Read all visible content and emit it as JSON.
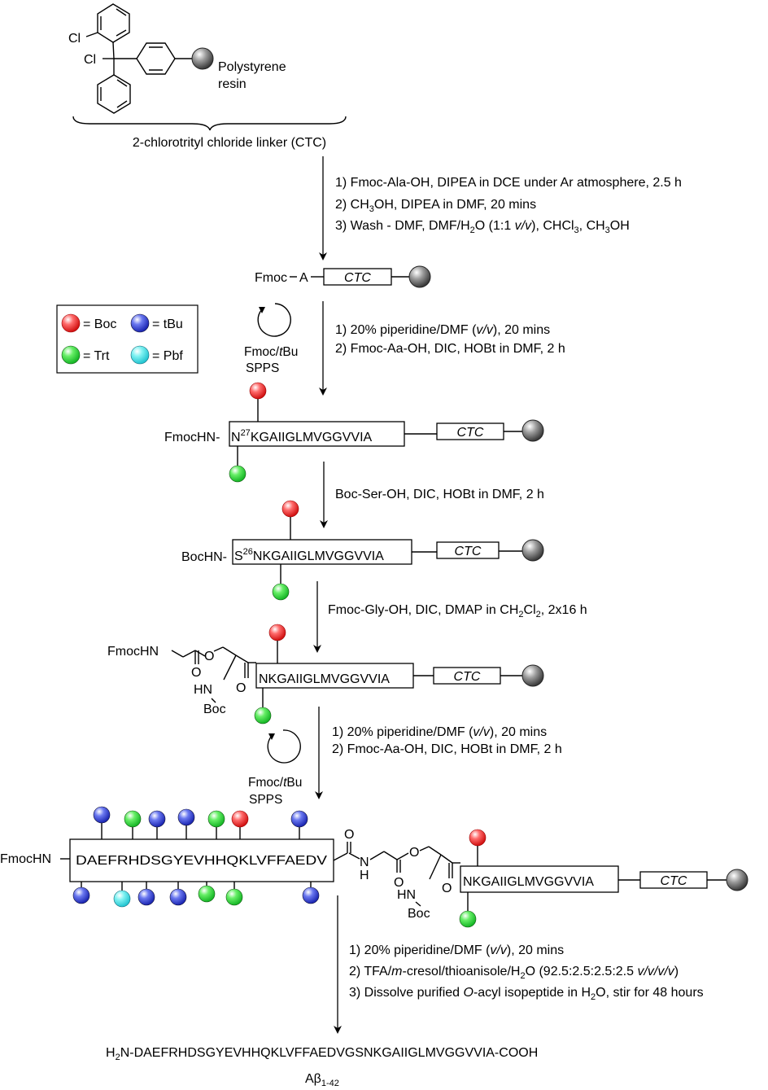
{
  "colors": {
    "boc": "#e31a1c",
    "tbu": "#2233cc",
    "trt": "#22cc33",
    "pbf": "#33dddd",
    "resin": "#888888"
  },
  "legend": {
    "boc": "= Boc",
    "tbu": "= tBu",
    "trt": "= Trt",
    "pbf": "= Pbf"
  },
  "start": {
    "cl1": "Cl",
    "cl2": "Cl",
    "resin_line1": "Polystyrene",
    "resin_line2": "resin",
    "linker_label": "2-chlorotrityl chloride linker (CTC)"
  },
  "ctc": "CTC",
  "step1": {
    "l1": "1) Fmoc-Ala-OH, DIPEA in DCE under Ar atmosphere, 2.5 h",
    "l2_pre": "2) CH",
    "l2_sub": "3",
    "l2_post": "OH, DIPEA in DMF, 20 mins",
    "l3_a": "3) Wash - DMF, DMF/H",
    "l3_b": "O (1:1 ",
    "l3_c": "v/v",
    "l3_d": "), CHCl",
    "l3_e": ", CH",
    "l3_f": "OH",
    "sub2": "2",
    "sub3": "3"
  },
  "int1": {
    "prefix": "Fmoc",
    "residue": "A"
  },
  "cycle": {
    "line1_a": "Fmoc/",
    "line1_b": "t",
    "line1_c": "Bu",
    "line2": "SPPS"
  },
  "step2": {
    "l1_a": "1) 20% piperidine/DMF (",
    "l1_b": "v/v",
    "l1_c": "), 20 mins",
    "l2": "2) Fmoc-Aa-OH, DIC, HOBt in DMF, 2 h"
  },
  "int2": {
    "prefix": "FmocHN-",
    "first": "N",
    "sup": "27",
    "rest": "KGAIIGLMVGGVVIA"
  },
  "step3": {
    "l1": "Boc-Ser-OH, DIC, HOBt in DMF, 2 h"
  },
  "int3": {
    "prefix": "BocHN-",
    "first": "S",
    "sup": "26",
    "rest": "NKGAIIGLMVGGVVIA"
  },
  "step4": {
    "l1_a": "Fmoc-Gly-OH, DIC, DMAP in CH",
    "l1_b": "Cl",
    "l1_c": ", 2x16 h",
    "sub2": "2"
  },
  "int4": {
    "fmochn": "FmocHN",
    "o1": "O",
    "o2": "O",
    "o3": "O",
    "hn": "HN",
    "boc": "Boc",
    "seq": "NKGAIIGLMVGGVVIA"
  },
  "step5": {
    "l1_a": "1) 20% piperidine/DMF (",
    "l1_b": "v/v",
    "l1_c": "), 20 mins",
    "l2": "2) Fmoc-Aa-OH, DIC, HOBt in DMF, 2 h"
  },
  "int5": {
    "prefix": "FmocHN",
    "seq1": "DAEFRHDSGYEVHHQKLVFFAEDV",
    "o1": "O",
    "nh_n": "N",
    "nh_h": "H",
    "o2": "O",
    "o3": "O",
    "o4": "O",
    "hn": "HN",
    "boc": "Boc",
    "seq2": "NKGAIIGLMVGGVVIA"
  },
  "step6": {
    "l1_a": "1) 20% piperidine/DMF (",
    "l1_b": "v/v",
    "l1_c": "), 20 mins",
    "l2_a": "2) TFA/",
    "l2_b": "m",
    "l2_c": "-cresol/thioanisole/H",
    "l2_d": "O (92.5:2.5:2.5:2.5 ",
    "l2_e": "v/v/v/v",
    "l2_f": ")",
    "l3_a": "3) Dissolve purified ",
    "l3_b": "O",
    "l3_c": "-acyl isopeptide in H",
    "l3_d": "O, stir for 48 hours",
    "sub2": "2"
  },
  "product": {
    "h": "H",
    "sub2": "2",
    "seq": "N-DAEFRHDSGYEVHHQKLVFFAEDVGSNKGAIIGLMVGGVVIA-COOH",
    "name_a": "Aβ",
    "name_sub": "1-42"
  }
}
